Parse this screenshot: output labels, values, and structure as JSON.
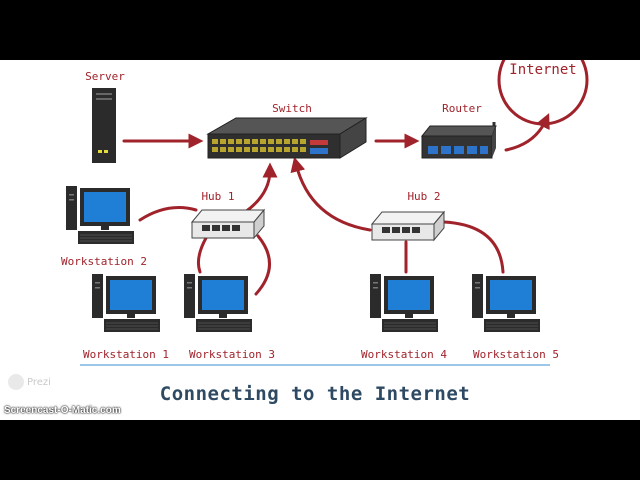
{
  "labels": {
    "server": "Server",
    "switch": "Switch",
    "router": "Router",
    "internet": "Internet",
    "hub1": "Hub 1",
    "hub2": "Hub 2",
    "ws1": "Workstation 1",
    "ws2": "Workstation 2",
    "ws3": "Workstation 3",
    "ws4": "Workstation 4",
    "ws5": "Workstation 5"
  },
  "title": "Connecting to the Internet",
  "branding": {
    "prezi": "Prezi",
    "watermark": "Screencast-O-Matic.com"
  },
  "colors": {
    "connector": "#a0232b",
    "title": "#2e4a63",
    "monitor_screen": "#1f7fd6",
    "device_dark": "#333333"
  }
}
